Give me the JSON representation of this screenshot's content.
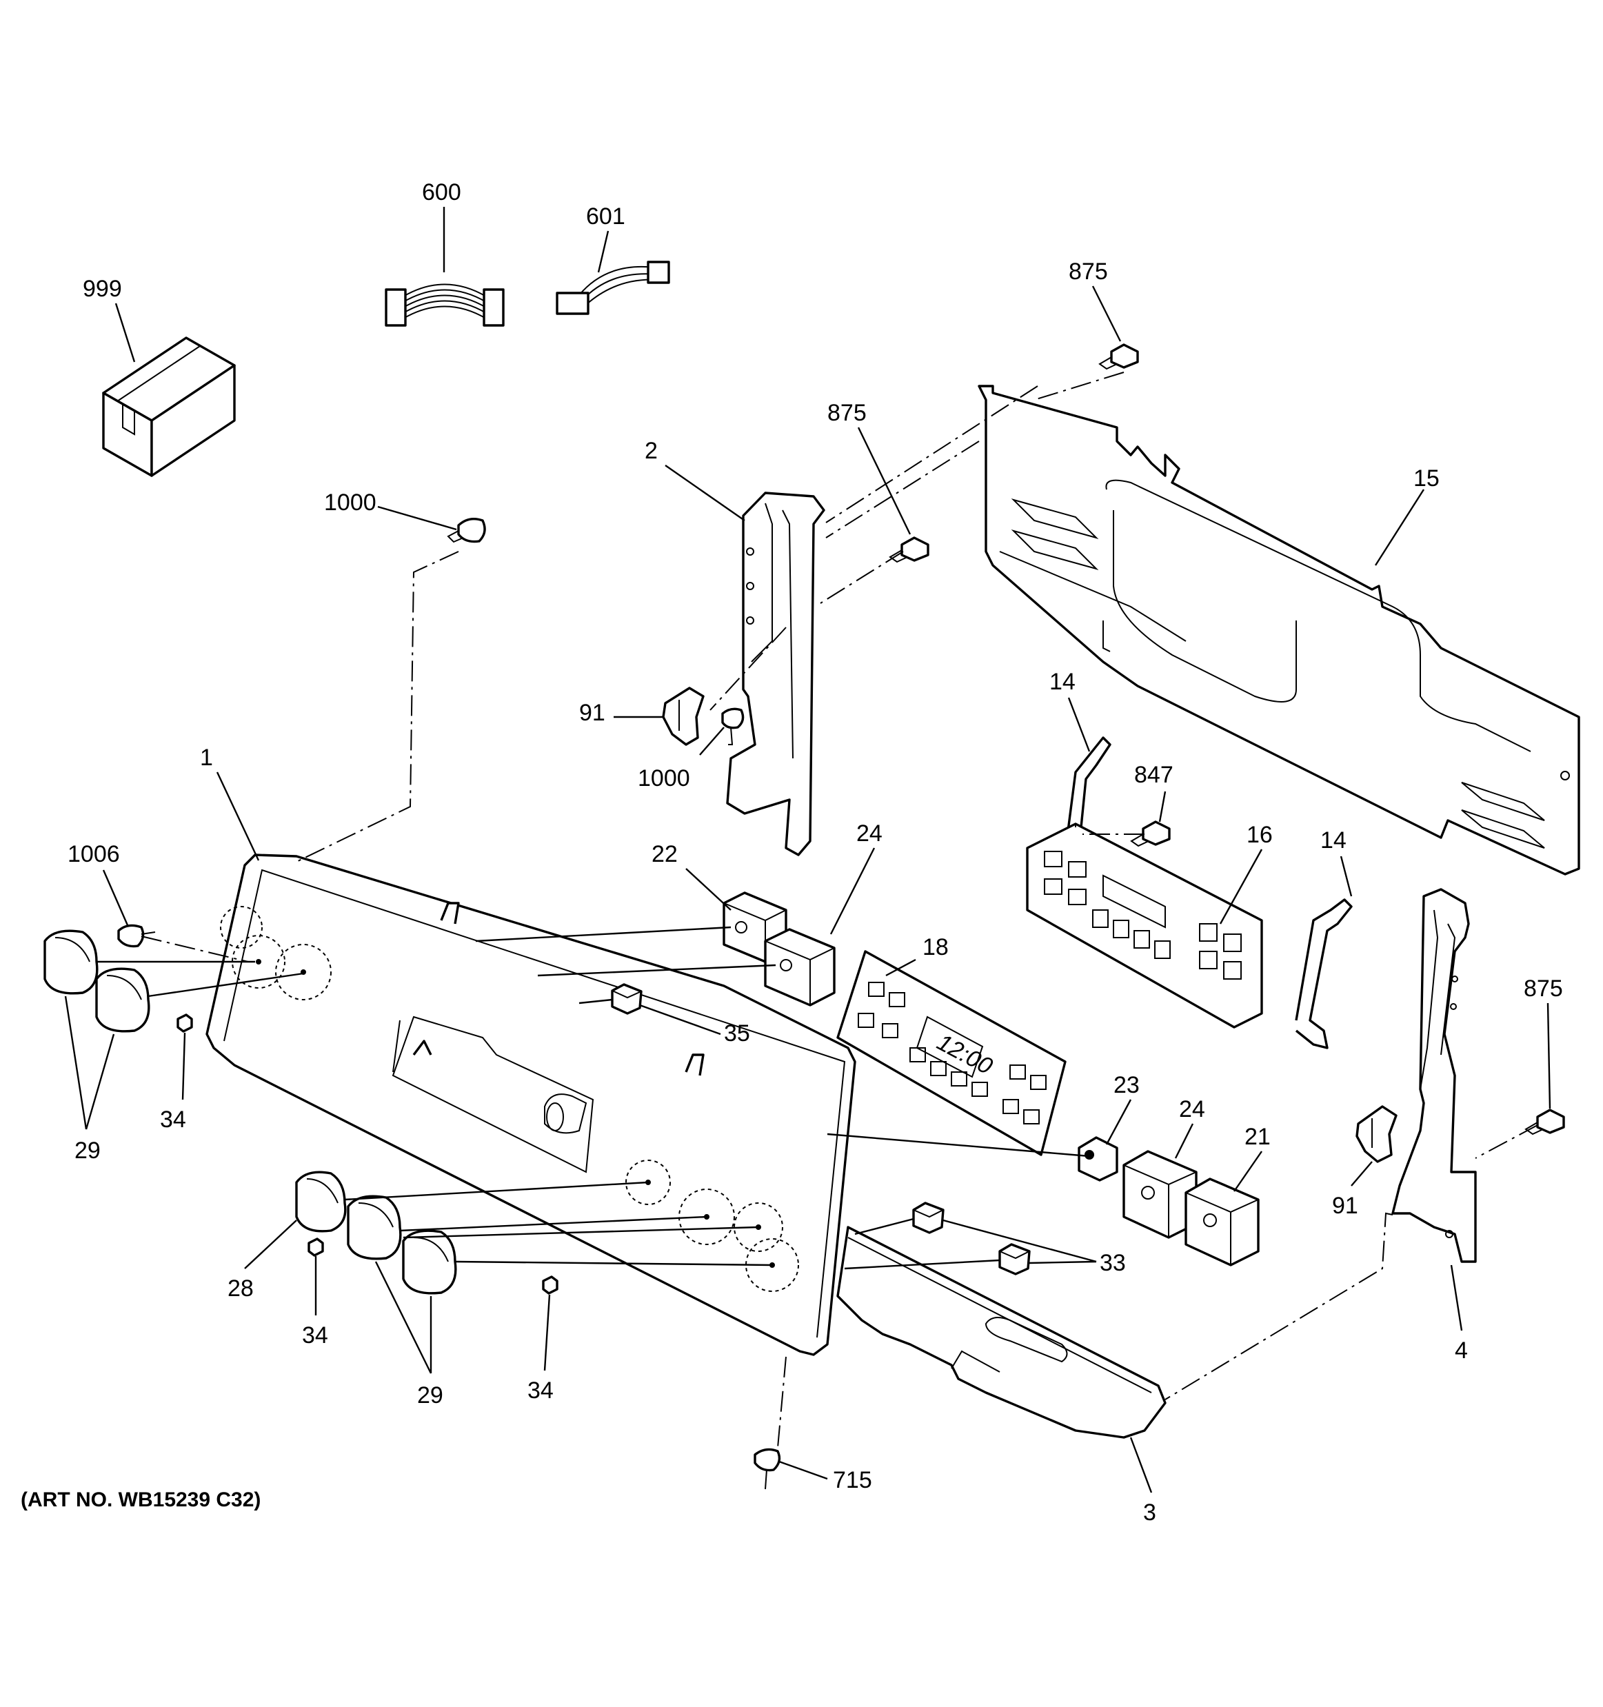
{
  "art_number": "(ART NO. WB15239 C32)",
  "control_display_text": "12:00",
  "callouts": {
    "c999": "999",
    "c600": "600",
    "c601": "601",
    "c875_top": "875",
    "c875_mid": "875",
    "c15": "15",
    "c2": "2",
    "c1000_top": "1000",
    "c91_left": "91",
    "c1000_mid": "1000",
    "c14_left": "14",
    "c847": "847",
    "c16": "16",
    "c14_right": "14",
    "c1": "1",
    "c1006": "1006",
    "c22": "22",
    "c24_top": "24",
    "c18": "18",
    "c875_right": "875",
    "c35": "35",
    "c34_left": "34",
    "c29_left": "29",
    "c23": "23",
    "c24_mid": "24",
    "c21": "21",
    "c91_right": "91",
    "c28": "28",
    "c34_mid": "34",
    "c33": "33",
    "c29_mid": "29",
    "c34_right": "34",
    "c4": "4",
    "c715": "715",
    "c3": "3"
  }
}
